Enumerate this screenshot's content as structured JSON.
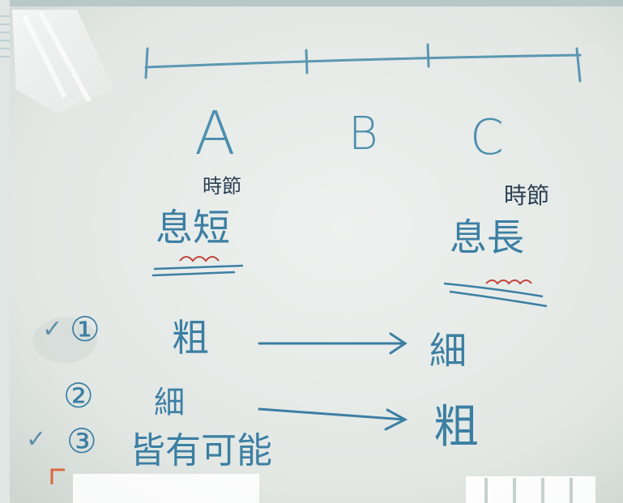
{
  "whiteboard": {
    "axis": {
      "labels": [
        "A",
        "B",
        "C"
      ]
    },
    "left_column": {
      "small_text": "時節",
      "big_text": "息短"
    },
    "right_column": {
      "small_text": "時節",
      "big_text": "息長"
    },
    "rows": [
      {
        "check": "✓",
        "number": "①",
        "from": "粗",
        "to": "細"
      },
      {
        "check": "",
        "number": "②",
        "from": "細",
        "to": "粗"
      },
      {
        "check": "✓",
        "number": "③",
        "note": "皆有可能"
      }
    ]
  },
  "colors": {
    "board": "#e7ebe8",
    "marker_blue": "#3c7fa3",
    "marker_dark": "#2a3e52",
    "marker_red": "#c2443a"
  }
}
